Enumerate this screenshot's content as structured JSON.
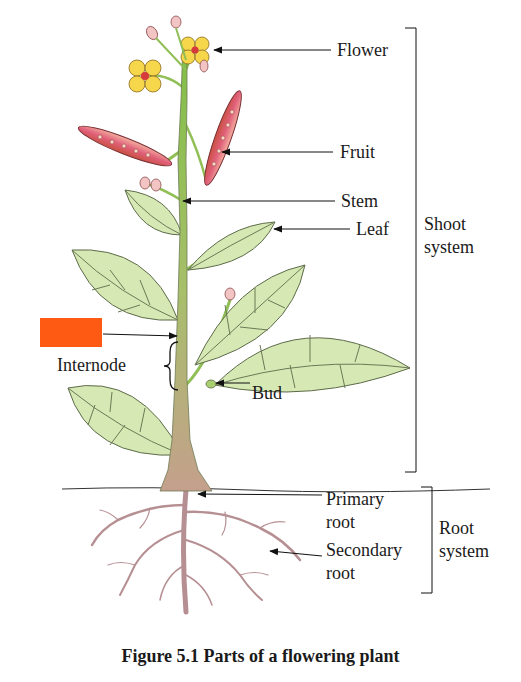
{
  "diagram": {
    "caption": "Figure 5.1 Parts of a flowering plant",
    "labels": [
      "Flower",
      "Fruit",
      "Stem",
      "Leaf",
      "Shoot system",
      "Internode",
      "Bud",
      "Primary root",
      "Secondary root",
      "Root system"
    ]
  }
}
